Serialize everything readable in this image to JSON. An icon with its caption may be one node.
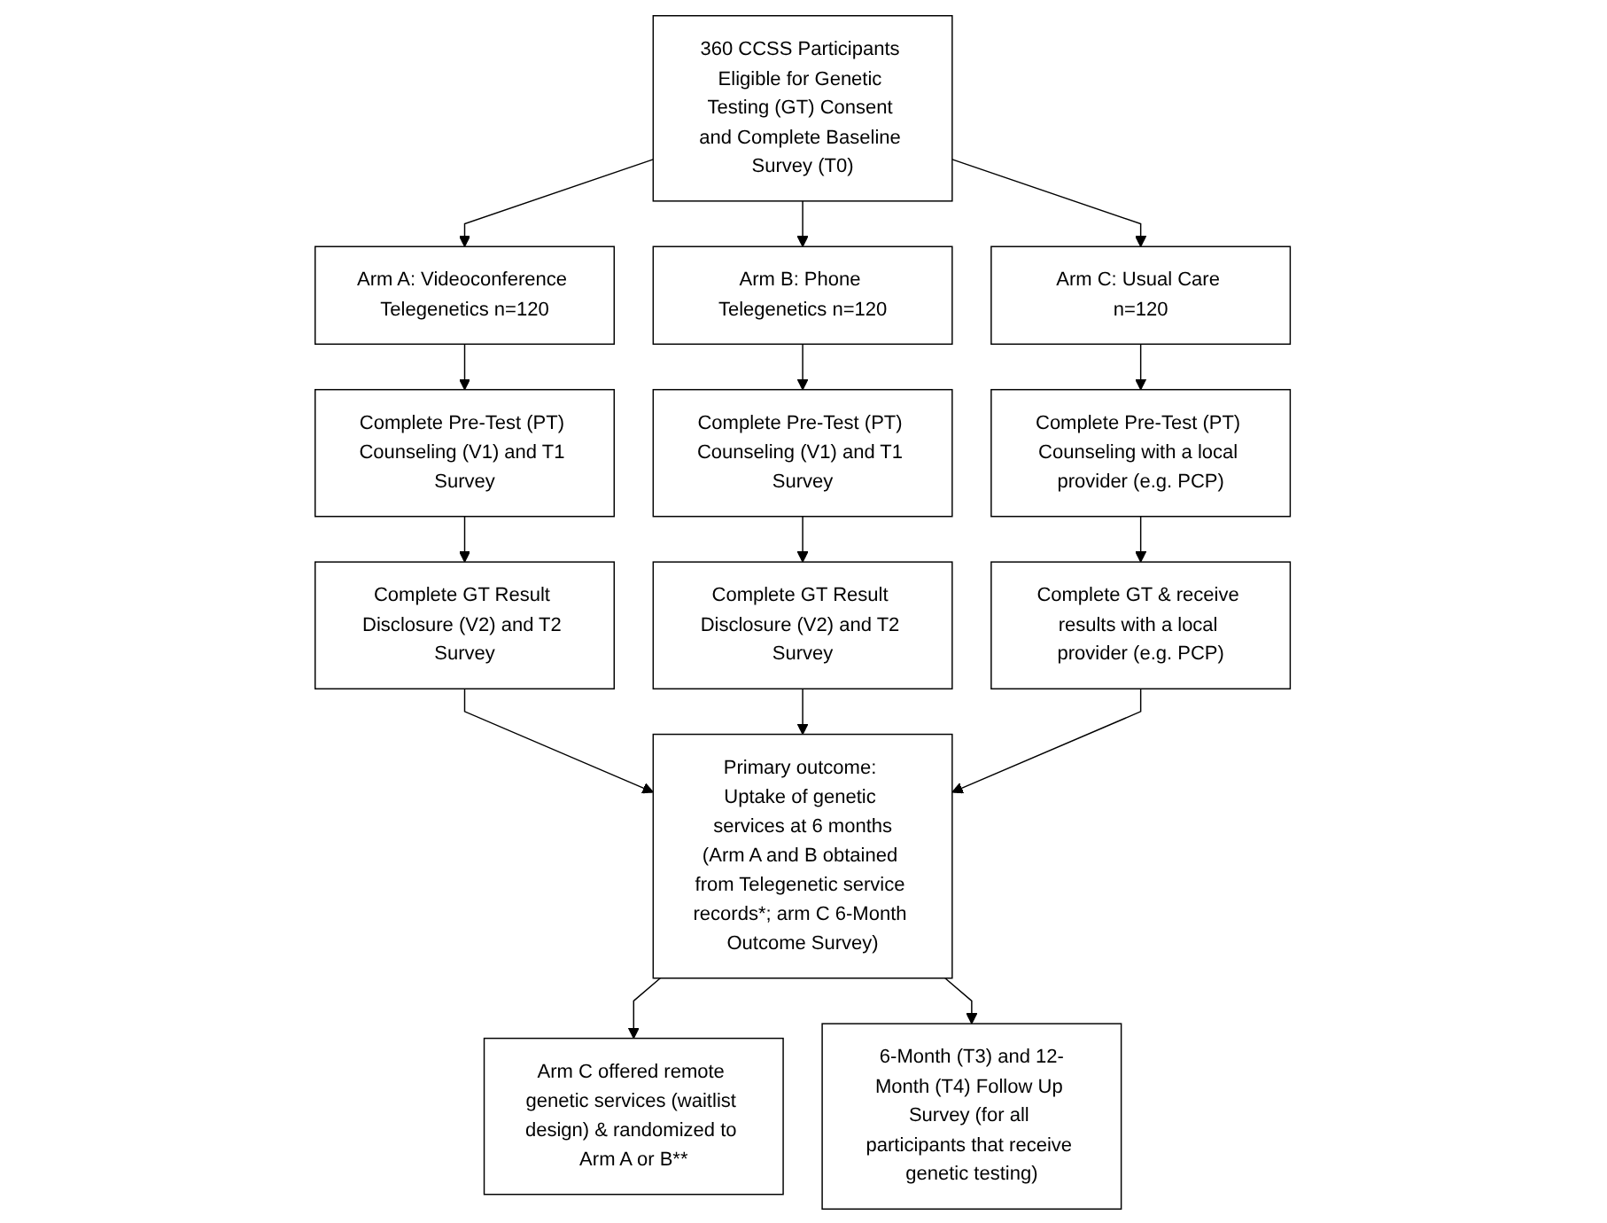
{
  "diagram": {
    "nodes": [
      {
        "text": [
          "360 CCSS Participants Eligible for Genetic Testing (GT) Consent and Complete Baseline Survey (T0)"
        ]
      },
      {
        "text": [
          "Arm A: Videoconference Telegenetics n=120"
        ]
      },
      {
        "text": [
          "Arm B: Phone Telegenetics n=120"
        ]
      },
      {
        "text": [
          "Arm C: Usual Care n=120"
        ]
      },
      {
        "text": [
          "Complete Pre-Test (PT) Counseling (V1) and T1 Survey"
        ]
      },
      {
        "text": [
          "Complete Pre-Test (PT) Counseling (V1) and T1 Survey"
        ]
      },
      {
        "text": [
          "Complete Pre-Test (PT) Counseling with a local provider (e.g. PCP)"
        ]
      },
      {
        "text": [
          "Complete GT Result Disclosure (V2) and T2 Survey"
        ]
      },
      {
        "text": [
          "Complete GT Result Disclosure (V2) and T2 Survey"
        ]
      },
      {
        "text": [
          "Complete GT & receive results with a local provider (e.g. PCP)"
        ]
      },
      {
        "text": [
          "Primary outcome: Uptake of genetic services at 6 months",
          "(Arm A and B obtained from Telegenetic service records*; arm C 6-Month Outcome Survey)"
        ]
      },
      {
        "text": [
          "Arm C offered remote genetic services (waitlist design) & randomized to Arm A or B**"
        ]
      },
      {
        "text": [
          "6-Month (T3) and 12-Month (T4) Follow Up Survey (for all participants that receive genetic testing)"
        ]
      }
    ],
    "edges": [
      {
        "from": 0,
        "to": 1,
        "arrow": "to"
      },
      {
        "from": 0,
        "to": 2,
        "arrow": "to"
      },
      {
        "from": 0,
        "to": 3,
        "arrow": "to"
      },
      {
        "from": 1,
        "to": 4,
        "arrow": "to"
      },
      {
        "from": 2,
        "to": 5,
        "arrow": "to"
      },
      {
        "from": 3,
        "to": 6,
        "arrow": "to"
      },
      {
        "from": 4,
        "to": 7,
        "arrow": "to"
      },
      {
        "from": 5,
        "to": 8,
        "arrow": "to"
      },
      {
        "from": 6,
        "to": 9,
        "arrow": "to"
      },
      {
        "from": 7,
        "to": 10,
        "arrow": "to"
      },
      {
        "from": 8,
        "to": 10,
        "arrow": "to"
      },
      {
        "from": 9,
        "to": 10,
        "arrow": "to"
      },
      {
        "from": 10,
        "to": 11,
        "arrow": "to"
      },
      {
        "from": 10,
        "to": 12,
        "arrow": "to"
      }
    ]
  }
}
